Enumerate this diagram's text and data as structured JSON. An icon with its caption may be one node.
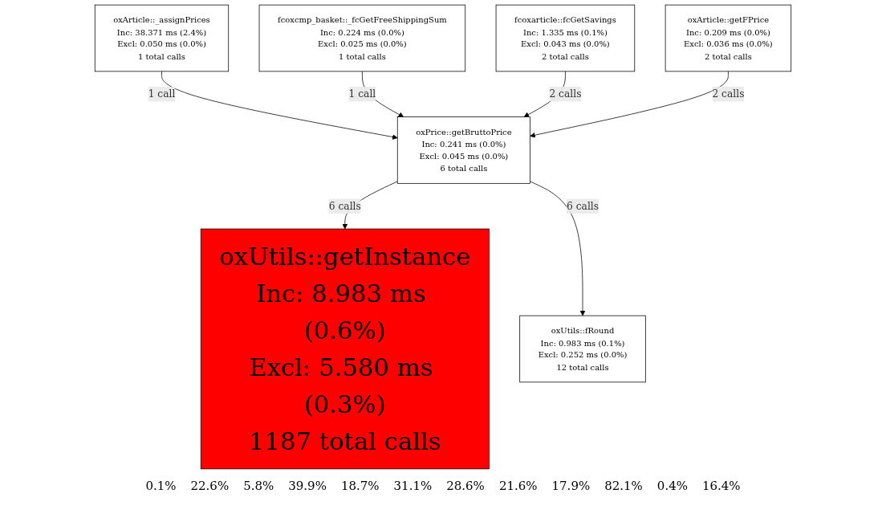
{
  "diagram": {
    "nodes": [
      {
        "text": [
          "oxArticle::_assignPrices",
          "Inc: 38.371 ms (2.4%)",
          "Excl: 0.050 ms (0.0%)",
          "1 total calls"
        ]
      },
      {
        "text": [
          "fcoxcmp_basket::_fcGetFreeShippingSum",
          "Inc: 0.224 ms (0.0%)",
          "Excl: 0.025 ms (0.0%)",
          "1 total calls"
        ]
      },
      {
        "text": [
          "fcoxarticle::fcGetSavings",
          "Inc: 1.335 ms (0.1%)",
          "Excl: 0.043 ms (0.0%)",
          "2 total calls"
        ]
      },
      {
        "text": [
          "oxArticle::getFPrice",
          "Inc: 0.209 ms (0.0%)",
          "Excl: 0.036 ms (0.0%)",
          "2 total calls"
        ]
      },
      {
        "text": [
          "oxPrice::getBruttoPrice",
          "Inc: 0.241 ms (0.0%)",
          "Excl: 0.045 ms (0.0%)",
          "6 total calls"
        ]
      },
      {
        "text": [
          "oxUtils::getInstance",
          "Inc: 8.983 ms (0.6%)",
          "Excl: 5.580 ms (0.3%)",
          "1187 total calls"
        ]
      },
      {
        "text": [
          "oxUtils::fRound",
          "Inc: 0.983 ms (0.1%)",
          "Excl: 0.252 ms (0.0%)",
          "12 total calls"
        ]
      }
    ],
    "edges": [
      {
        "from": 0,
        "to": 4,
        "arrow": "to",
        "label": "1 call"
      },
      {
        "from": 1,
        "to": 4,
        "arrow": "to",
        "label": "1 call"
      },
      {
        "from": 2,
        "to": 4,
        "arrow": "to",
        "label": "2 calls"
      },
      {
        "from": 3,
        "to": 4,
        "arrow": "to",
        "label": "2 calls"
      },
      {
        "from": 4,
        "to": 5,
        "arrow": "to",
        "label": "6 calls"
      },
      {
        "from": 4,
        "to": 6,
        "arrow": "to",
        "label": "6 calls"
      }
    ],
    "labels": [
      "0.1%",
      "22.6%",
      "5.8%",
      "39.9%",
      "18.7%",
      "31.1%",
      "28.6%",
      "21.6%",
      "17.9%",
      "82.1%",
      "0.4%",
      "16.4%"
    ]
  }
}
